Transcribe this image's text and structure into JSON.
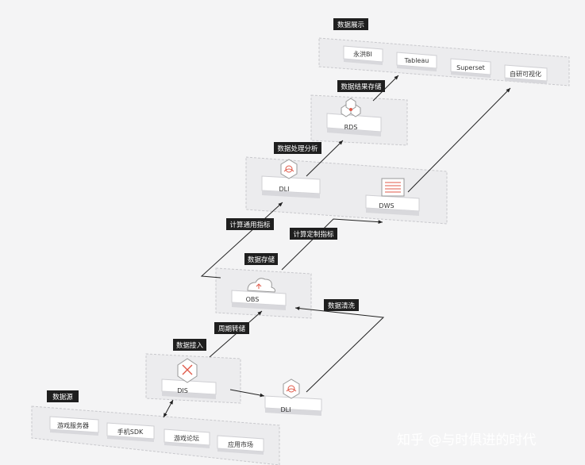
{
  "layers": {
    "display": {
      "title": "数据展示",
      "items": [
        "永洪BI",
        "Tableau",
        "Superset",
        "自研可视化"
      ]
    },
    "result_storage": {
      "title": "数据结果存储",
      "node": "RDS"
    },
    "processing": {
      "title": "数据处理分析",
      "nodes": [
        "DLI",
        "DWS"
      ]
    },
    "storage": {
      "title": "数据存储",
      "node": "OBS"
    },
    "ingest": {
      "title": "数据接入",
      "node": "DIS"
    },
    "clean_node": "DLI",
    "source": {
      "title": "数据源",
      "items": [
        "游戏服务器",
        "手机SDK",
        "游戏论坛",
        "应用市场"
      ]
    }
  },
  "edge_labels": {
    "common_metrics": "计算通用指标",
    "custom_metrics": "计算定制指标",
    "periodic_dump": "周期转储",
    "data_cleaning": "数据清洗"
  },
  "watermark": "知乎 @与时俱进的时代"
}
